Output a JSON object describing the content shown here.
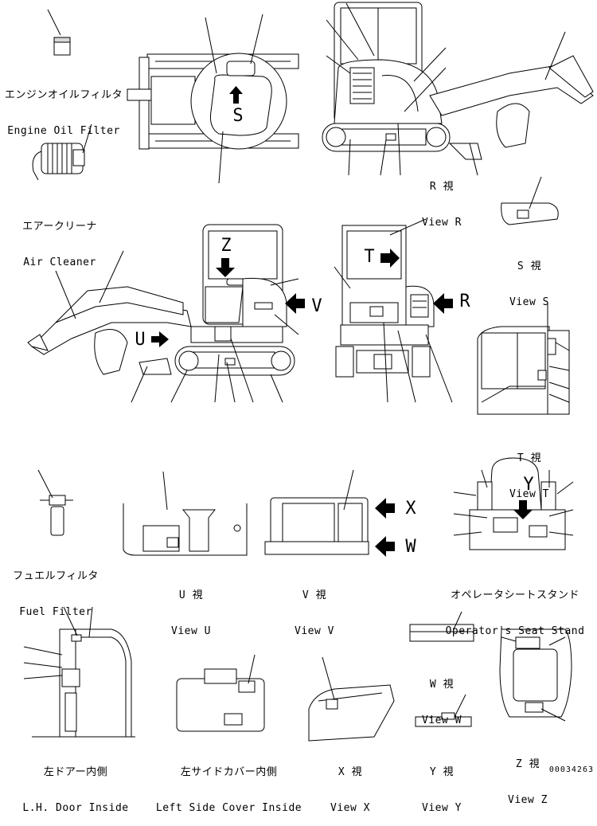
{
  "labels": {
    "engine_oil_filter": {
      "jp": "エンジンオイルフィルタ",
      "en": "Engine Oil Filter"
    },
    "air_cleaner": {
      "jp": "エアークリーナ",
      "en": "Air Cleaner"
    },
    "view_r": {
      "jp": "R 視",
      "en": "View R"
    },
    "view_s": {
      "jp": "S 視",
      "en": "View S"
    },
    "view_t": {
      "jp": "T 視",
      "en": "View T"
    },
    "fuel_filter": {
      "jp": "フュエルフィルタ",
      "en": "Fuel Filter"
    },
    "view_u": {
      "jp": "U 視",
      "en": "View U"
    },
    "view_v": {
      "jp": "V 視",
      "en": "View V"
    },
    "operator_seat_stand": {
      "jp": "オペレータシートスタンド",
      "en": "Operator's Seat Stand"
    },
    "view_w": {
      "jp": "W 視",
      "en": "View W"
    },
    "lh_door_inside": {
      "jp": "左ドアー内側",
      "en": "L.H. Door Inside"
    },
    "left_side_cover_inside": {
      "jp": "左サイドカバー内側",
      "en": "Left Side Cover Inside"
    },
    "view_x": {
      "jp": "X 視",
      "en": "View X"
    },
    "view_y": {
      "jp": "Y 視",
      "en": "View Y"
    },
    "view_z": {
      "jp": "Z 視",
      "en": "View Z"
    }
  },
  "view_letters": {
    "s": "S",
    "z": "Z",
    "u": "U",
    "v": "V",
    "t": "T",
    "r": "R",
    "x": "X",
    "w": "W",
    "y": "Y"
  },
  "document_number": "00034263"
}
